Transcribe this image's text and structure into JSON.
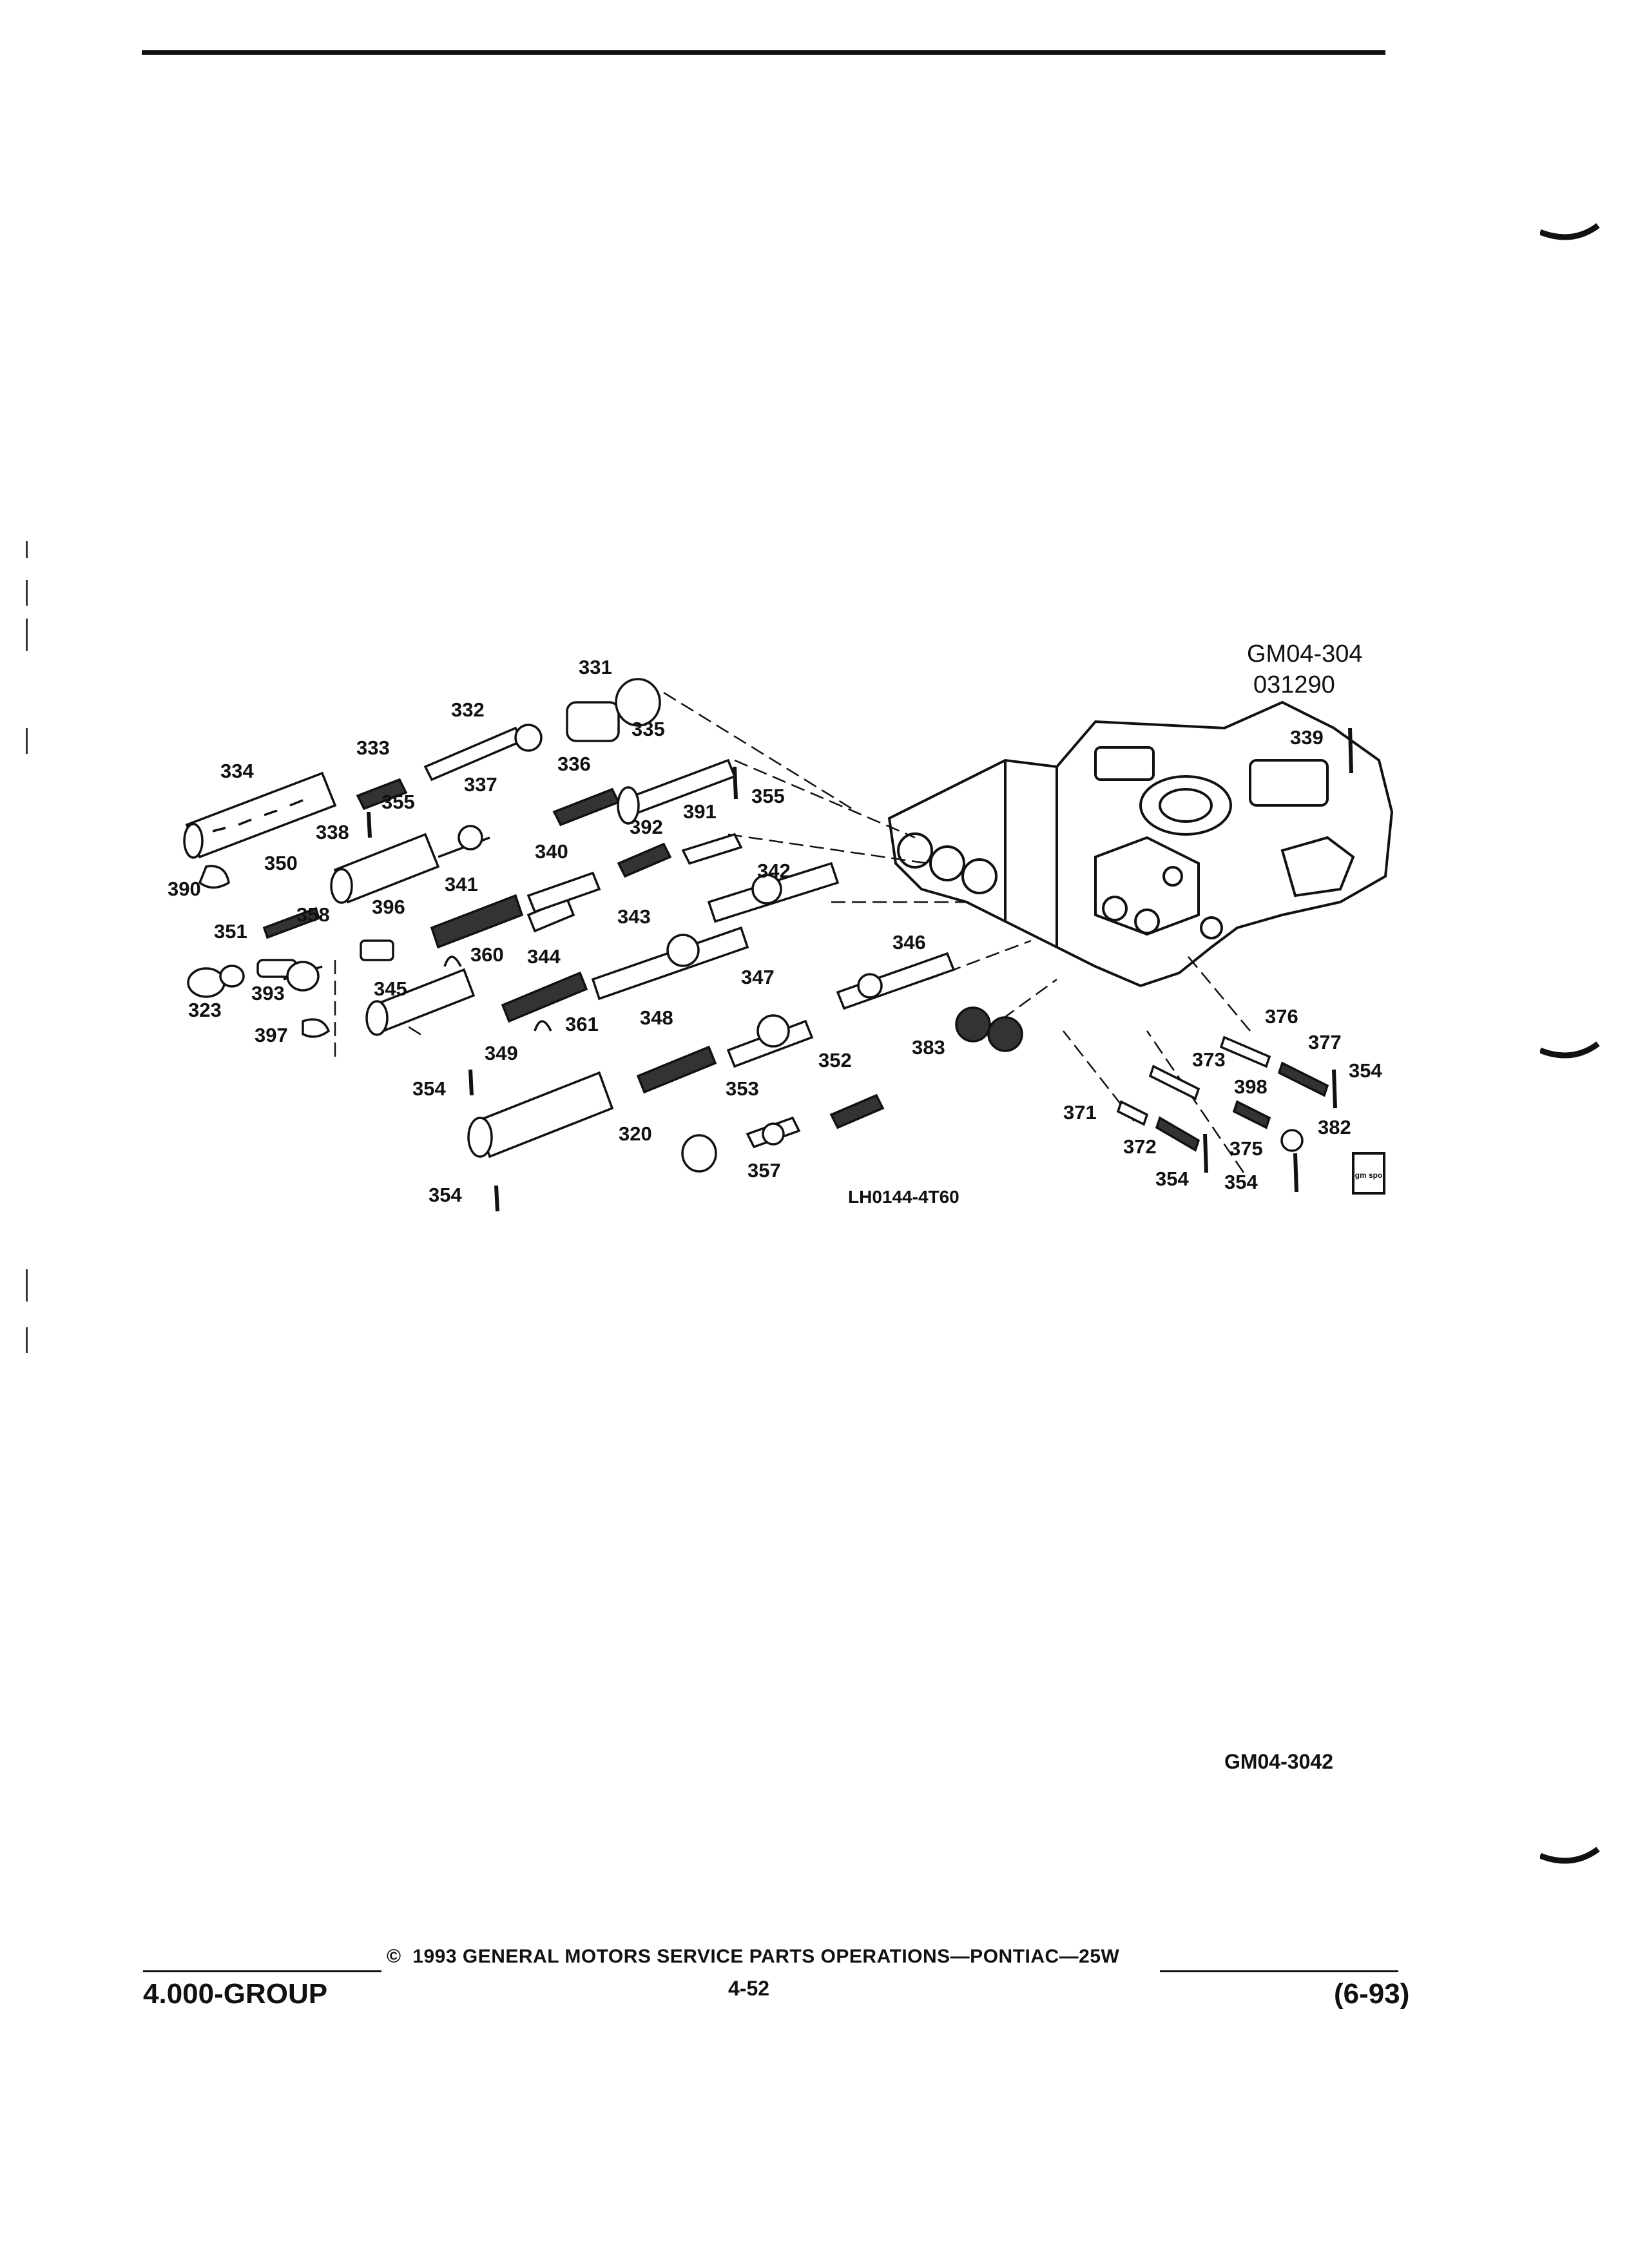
{
  "figure": {
    "id": "GM04-304",
    "date_code": "031290",
    "drawing_ref": "LH0144-4T60",
    "figure_ref": "GM04-3042",
    "logo_text": "gm spo"
  },
  "callouts": [
    "331",
    "332",
    "333",
    "334",
    "335",
    "336",
    "337",
    "338",
    "339",
    "340",
    "341",
    "342",
    "343",
    "344",
    "345",
    "346",
    "347",
    "348",
    "349",
    "350",
    "351",
    "352",
    "353",
    "354",
    "355",
    "357",
    "358",
    "360",
    "361",
    "371",
    "372",
    "373",
    "375",
    "376",
    "377",
    "382",
    "383",
    "390",
    "391",
    "392",
    "393",
    "396",
    "397",
    "398",
    "320",
    "323"
  ],
  "footer": {
    "group": "4.000-GROUP",
    "copyright_symbol": "©",
    "copyright": "1993  GENERAL MOTORS SERVICE PARTS OPERATIONS—PONTIAC—25W",
    "page": "4-52",
    "date": "(6-93)"
  }
}
